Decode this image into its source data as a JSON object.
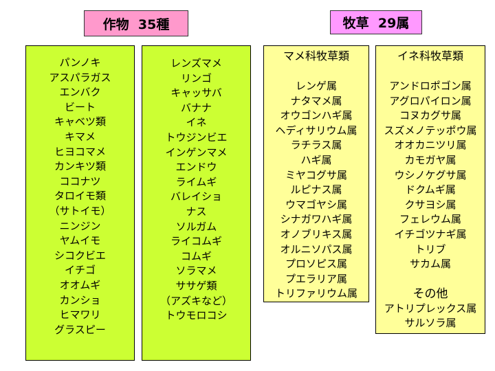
{
  "colors": {
    "crops_fill": "#ccff33",
    "forage_fill": "#ffff99",
    "crops_title_fill": "#ff99cc",
    "forage_title_fill": "#ff99ff"
  },
  "crops": {
    "title": "作物  35種",
    "column1": [
      "パンノキ",
      "アスパラガス",
      "エンバク",
      "ビート",
      "キャベツ類",
      "キマメ",
      "ヒヨコマメ",
      "カンキツ類",
      "ココナツ",
      "タロイモ類",
      "（サトイモ）",
      "ニンジン",
      "ヤムイモ",
      "シコクビエ",
      "イチゴ",
      "オオムギ",
      "カンショ",
      "ヒマワリ",
      "グラスピー"
    ],
    "column2": [
      "レンズマメ",
      "リンゴ",
      "キャッサバ",
      "バナナ",
      "イネ",
      "トウジンビエ",
      "インゲンマメ",
      "エンドウ",
      "ライムギ",
      "バレイショ",
      "ナス",
      "ソルガム",
      "ライコムギ",
      "コムギ",
      "ソラマメ",
      "ササゲ類",
      "（アズキなど）",
      "トウモロコシ"
    ]
  },
  "forage": {
    "title": "牧草  29属",
    "legumes": {
      "heading": "マメ科牧草類",
      "items": [
        "レンゲ属",
        "ナタマメ属",
        "オウゴンハギ属",
        "ヘディサリウム属",
        "ラチラス属",
        "ハギ属",
        "ミヤコグサ属",
        "ルピナス属",
        "ウマゴヤシ属",
        "シナガワハギ属",
        "オノブリキス属",
        "オルニソパス属",
        "プロソピス属",
        "プエラリア属",
        "トリファリウム属"
      ]
    },
    "grasses": {
      "heading": "イネ科牧草類",
      "items": [
        "アンドロポゴン属",
        "アグロパイロン属",
        "コヌカグサ属",
        "スズメノテッポウ属",
        "オオカニツリ属",
        "カモガヤ属",
        "ウシノケグサ属",
        "ドクムギ属",
        "クサヨシ属",
        "フェレウム属",
        "イチゴツナギ属",
        "トリブ",
        "サカム属"
      ],
      "other_heading": "その他",
      "other_items": [
        "アトリプレックス属",
        "サルソラ属"
      ]
    }
  }
}
